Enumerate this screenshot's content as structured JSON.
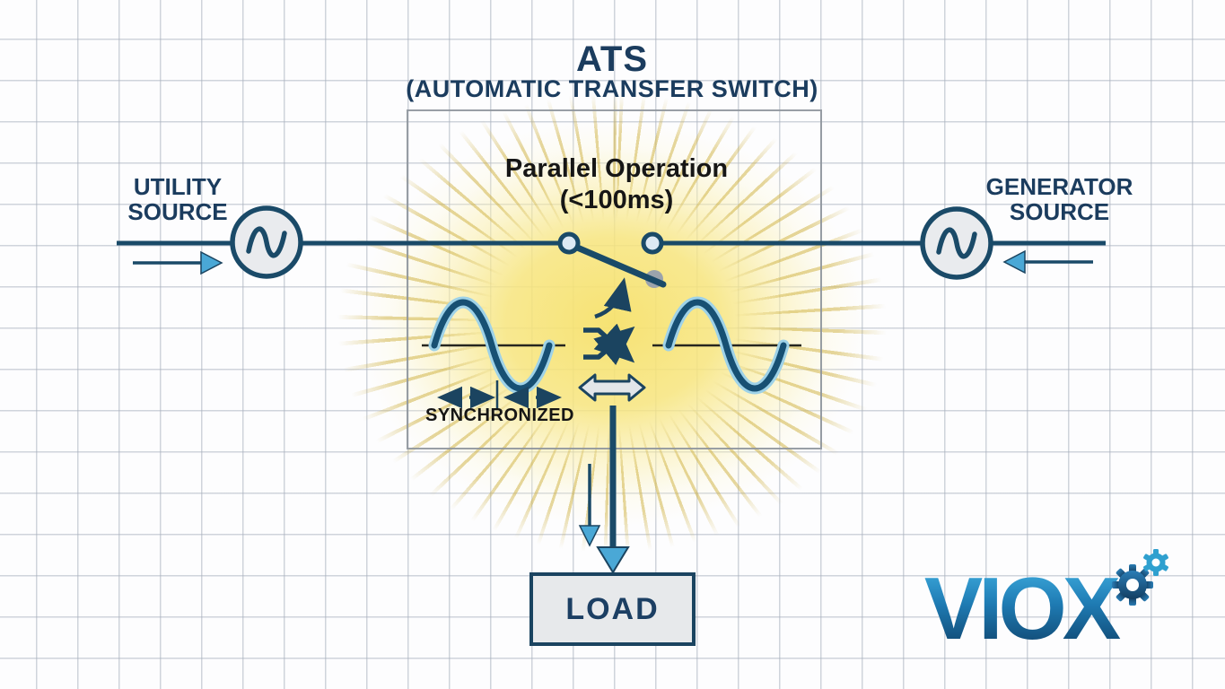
{
  "header": {
    "title": "ATS",
    "subtitle": "(AUTOMATIC TRANSFER SWITCH)"
  },
  "utility": {
    "label": "UTILITY SOURCE"
  },
  "generator": {
    "label": "GENERATOR SOURCE"
  },
  "ats": {
    "operation": "Parallel Operation",
    "latency": "(<100ms)",
    "sync": "SYNCHRONIZED"
  },
  "load": {
    "label": "LOAD"
  },
  "brand": {
    "name": "VIOX"
  },
  "icons": {
    "utility_source": "ac-source-icon",
    "generator_source": "ac-source-icon",
    "switch": "transfer-switch-icon",
    "exchange": "shuffle-arrows-icon",
    "bidirectional": "double-headed-arrow-icon",
    "gear_large": "gear-icon",
    "gear_small": "gear-icon"
  },
  "colors": {
    "navy_line": "#1a4a68",
    "deep_navy": "#1b4460",
    "light_blue_arrow": "#4aa8d6",
    "pale_blue_fill": "#dde9f4",
    "gray_fill": "#e7e9eb",
    "glow_yellow": "#f6e27e",
    "grid_line": "#c9cfd8",
    "title_text": "#1b3c5e",
    "body_text": "#161616",
    "logo_gradient_top": "#45b6e8",
    "logo_gradient_bottom": "#0d3a60"
  }
}
